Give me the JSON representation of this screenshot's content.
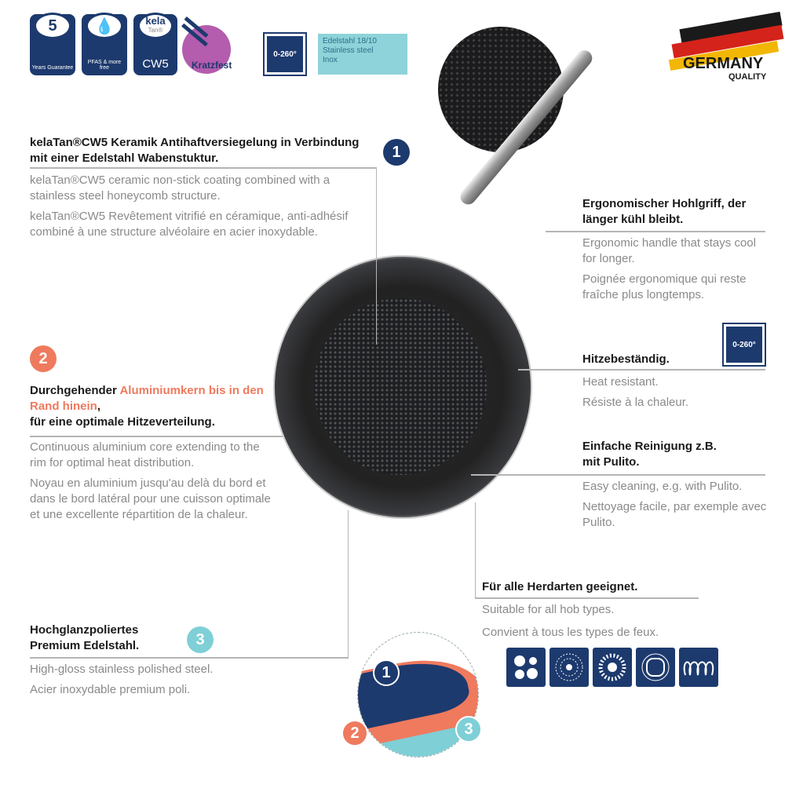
{
  "badges": {
    "guarantee_number": "5",
    "guarantee_label": "Years Guarantee",
    "pfas_label": "PFAS & more free",
    "kelatan_top": "kela",
    "kelatan_mid": "Tan®",
    "kelatan_bottom": "CW5",
    "kratzfest": "Kratzfest",
    "temp": "0-260°",
    "steel_title": "Edelstahl 18/10",
    "steel_en": "Stainless steel",
    "steel_fr": "Inox"
  },
  "germany": {
    "title": "GERMANY",
    "subtitle": "QUALITY"
  },
  "feature1": {
    "number": "1",
    "heading": "kelaTan®CW5 Keramik Antihaftversiegelung in Verbindung mit einer Edelstahl Wabenstuktur.",
    "en": "kelaTan®CW5 ceramic non-stick coating combined with a stainless steel honeycomb structure.",
    "fr": "kelaTan®CW5 Revêtement vitrifié en céramique, anti-adhésif combiné à une structure alvéolaire en acier inoxydable."
  },
  "feature2": {
    "number": "2",
    "heading_a": "Durchgehender ",
    "heading_highlight": "Aluminiumkern bis in den Rand hinein",
    "heading_b": ",",
    "heading_c": "für eine optimale Hitzeverteilung.",
    "en": "Continuous aluminium core extending to the rim for optimal heat distribution.",
    "fr": "Noyau en aluminium jusqu'au delà du bord et dans le bord latéral pour une cuisson optimale et une excellente répartition de la chaleur."
  },
  "feature3": {
    "number": "3",
    "heading": "Hochglanzpoliertes Premium Edelstahl.",
    "en": "High-gloss stainless polished steel.",
    "fr": "Acier inoxydable premium poli."
  },
  "handle": {
    "heading": "Ergonomischer Hohlgriff, der länger kühl bleibt.",
    "en": "Ergonomic handle that stays cool for longer.",
    "fr": "Poignée ergonomique qui reste fraîche plus longtemps."
  },
  "heat": {
    "badge": "0-260°",
    "heading": "Hitzebeständig.",
    "en": "Heat resistant.",
    "fr": "Résiste à la chaleur."
  },
  "cleaning": {
    "heading": "Einfache Reinigung z.B. mit Pulito.",
    "en": "Easy cleaning, e.g. with Pulito.",
    "fr": "Nettoyage facile, par exemple avec Pulito."
  },
  "hobs": {
    "heading": "Für alle Herdarten geeignet.",
    "en": "Suitable for all hob types.",
    "fr": "Convient à tous les types de feux.",
    "icons": [
      "electric-hob-icon",
      "halogen-hob-icon",
      "gas-hob-icon",
      "ceramic-hob-icon",
      "induction-hob-icon"
    ]
  },
  "layers": {
    "n1": "1",
    "n2": "2",
    "n3": "3"
  },
  "colors": {
    "navy": "#1d3a6e",
    "coral": "#ef7a5e",
    "teal": "#7fcfd6",
    "magenta": "#b45cae"
  }
}
